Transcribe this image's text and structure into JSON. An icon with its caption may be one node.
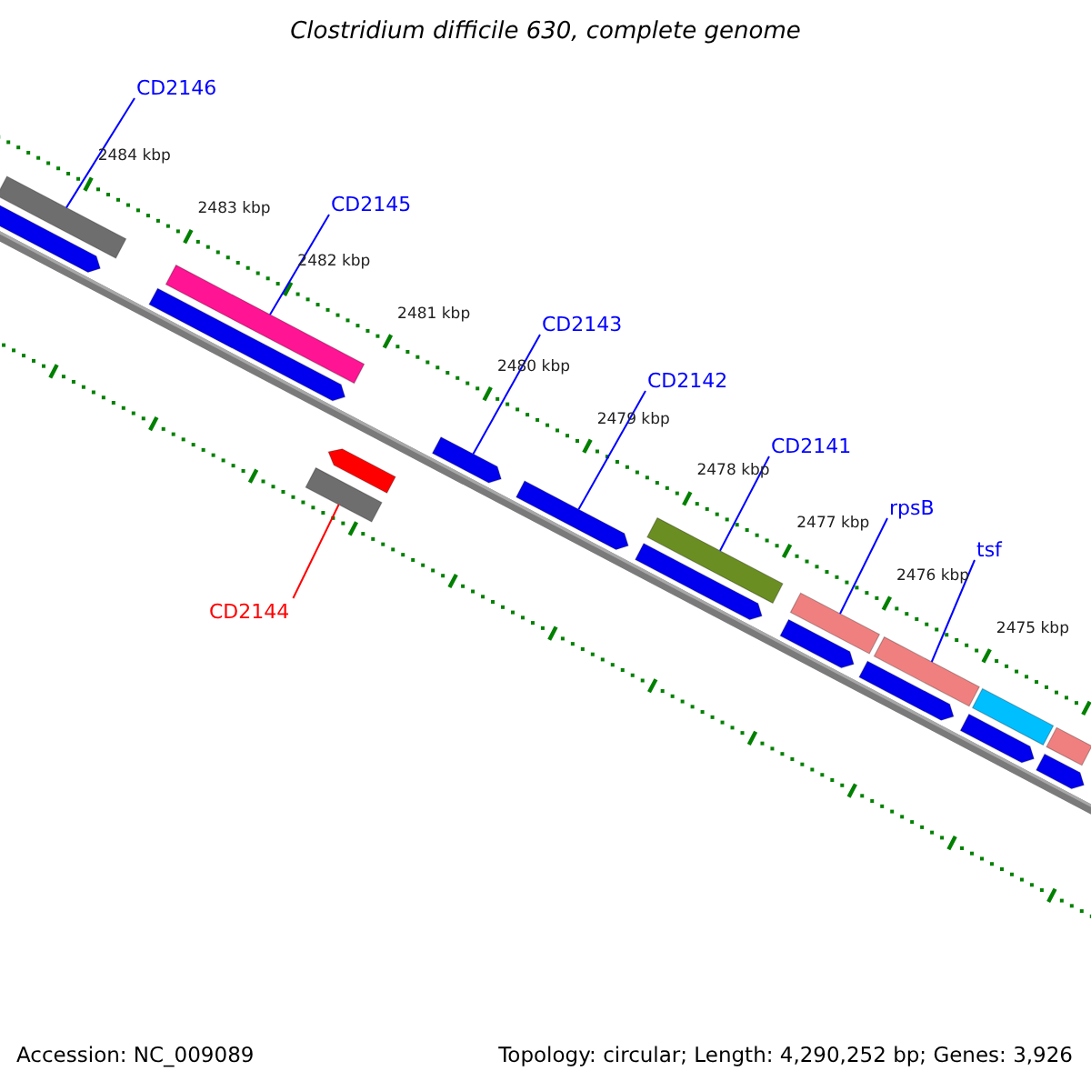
{
  "diagram": {
    "title": "Clostridium difficile 630, complete genome",
    "nodes": [
      {
        "text": [
          "CD2146"
        ]
      },
      {
        "text": [
          "CD2145"
        ]
      },
      {
        "text": [
          "CD2143"
        ]
      },
      {
        "text": [
          "CD2142"
        ]
      },
      {
        "text": [
          "CD2141"
        ]
      },
      {
        "text": [
          "rpsB"
        ]
      },
      {
        "text": [
          "tsf"
        ]
      },
      {
        "text": [
          "CD2144"
        ]
      },
      {
        "text": [],
        "shape": "bar"
      },
      {
        "text": [],
        "shape": "arrow"
      },
      {
        "text": [],
        "shape": "bar"
      },
      {
        "text": [],
        "shape": "arrow"
      },
      {
        "text": [],
        "shape": "arrow"
      },
      {
        "text": [],
        "shape": "bar"
      },
      {
        "text": [],
        "shape": "arrow"
      },
      {
        "text": [],
        "shape": "arrow"
      },
      {
        "text": [],
        "shape": "bar"
      },
      {
        "text": [],
        "shape": "arrow"
      },
      {
        "text": [],
        "shape": "bar"
      },
      {
        "text": [],
        "shape": "arrow"
      },
      {
        "text": [],
        "shape": "bar"
      },
      {
        "text": [],
        "shape": "arrow"
      },
      {
        "text": [],
        "shape": "bar"
      },
      {
        "text": [],
        "shape": "arrow"
      },
      {
        "text": [],
        "shape": "bar"
      },
      {
        "text": [],
        "shape": "arrow"
      }
    ],
    "edges": [
      {
        "from": 0,
        "to": 8,
        "arrow": "none"
      },
      {
        "from": 1,
        "to": 10,
        "arrow": "none"
      },
      {
        "from": 2,
        "to": 14,
        "arrow": "none"
      },
      {
        "from": 3,
        "to": 15,
        "arrow": "none"
      },
      {
        "from": 4,
        "to": 16,
        "arrow": "none"
      },
      {
        "from": 5,
        "to": 18,
        "arrow": "none"
      },
      {
        "from": 6,
        "to": 20,
        "arrow": "none"
      },
      {
        "from": 7,
        "to": 13,
        "arrow": "none",
        "color": "#ff0000"
      }
    ],
    "labels": [
      "2484 kbp",
      "2483 kbp",
      "2482 kbp",
      "2481 kbp",
      "2480 kbp",
      "2479 kbp",
      "2478 kbp",
      "2477 kbp",
      "2476 kbp",
      "2475 kbp",
      "Accession: NC_009089",
      "Topology: circular; Length: 4,290,252 bp; Genes: 3,926"
    ]
  }
}
